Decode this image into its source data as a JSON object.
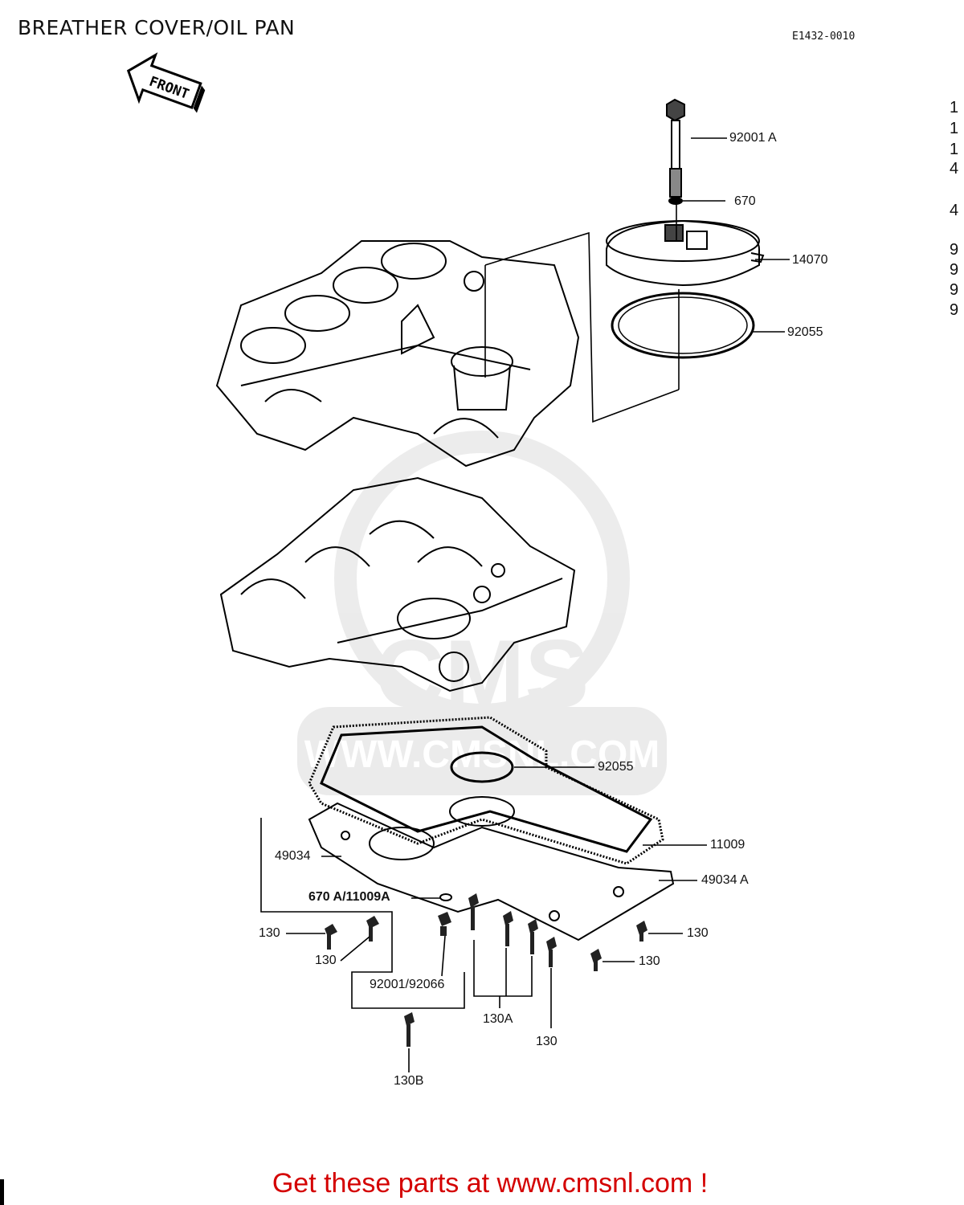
{
  "header": {
    "title": "BREATHER COVER/OIL PAN",
    "diagram_code": "E1432-0010",
    "front_arrow_text": "FRONT"
  },
  "callouts": {
    "p92001a": "92001 A",
    "p670": "670",
    "p14070": "14070",
    "p92055_top": "92055",
    "p92055_pan": "92055",
    "p11009": "11009",
    "p49034": "49034",
    "p49034a": "49034 A",
    "p670a_11009a": "670 A/11009A",
    "p130_l1": "130",
    "p130_l2": "130",
    "p130_r1": "130",
    "p130_r2": "130",
    "p130_bottom": "130",
    "p92001_92066": "92001/92066",
    "p130a": "130A",
    "p130b": "130B"
  },
  "edge_list": [
    "1",
    "1",
    "1",
    "4",
    "4",
    "9",
    "9",
    "9",
    "9"
  ],
  "watermark": {
    "brand": "CMS",
    "site": "WWW.CMSNL.COM"
  },
  "footer": {
    "text": "Get these parts at www.cmsnl.com !"
  }
}
